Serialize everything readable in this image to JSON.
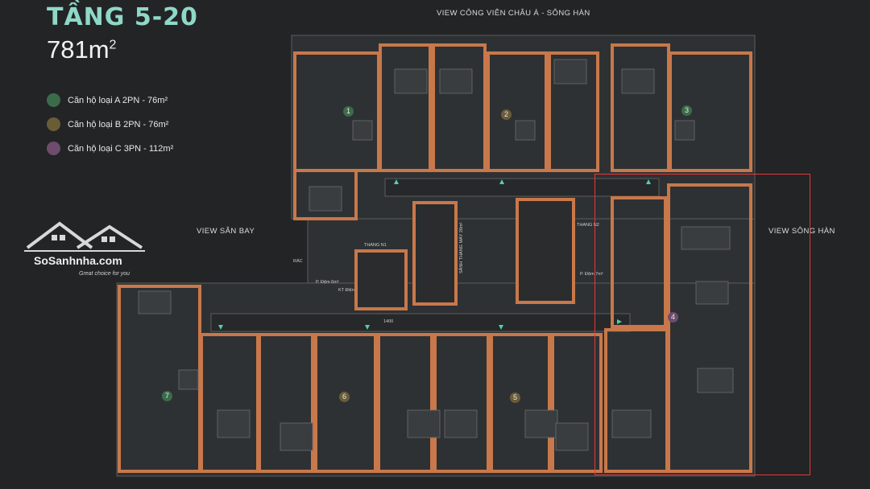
{
  "header": {
    "floor_title": "TẦNG 5-20",
    "area_value": "781m",
    "area_unit_sup": "2"
  },
  "legend": [
    {
      "label": "Căn hộ loại A 2PN - 76m²",
      "color": "#3c6b4a"
    },
    {
      "label": "Căn hộ loại B 2PN - 76m²",
      "color": "#6b5c38"
    },
    {
      "label": "Căn hộ loại C 3PN - 112m²",
      "color": "#6e4c6e"
    }
  ],
  "views": {
    "top": "VIEW CÔNG VIÊN CHÂU Á - SÔNG HÀN",
    "left": "VIEW SÂN BAY",
    "right": "VIEW SÔNG HÀN"
  },
  "logo": {
    "name": "SoSanhnha.com",
    "tagline": "Great choice for you"
  },
  "units": [
    {
      "number": "1",
      "type": "A"
    },
    {
      "number": "2",
      "type": "B"
    },
    {
      "number": "3",
      "type": "A"
    },
    {
      "number": "4",
      "type": "C"
    },
    {
      "number": "5",
      "type": "B"
    },
    {
      "number": "6",
      "type": "B"
    },
    {
      "number": "7",
      "type": "A"
    }
  ],
  "labels": {
    "stair_1": "THANG N1",
    "stair_2": "THANG N2",
    "lobby": "SẢNH THANG MÁY 20m²",
    "corridor_width": "1400",
    "trash": "RÁC",
    "buffer_1": "P. Đệm 6m²",
    "buffer_2": "P. Đệm 7m²",
    "tech": "KT Điện"
  },
  "colors": {
    "background": "#232425",
    "wall": "#c8784a",
    "floor": "#2e3133",
    "highlight": "#e5383b",
    "arrow": "#4ed1a9"
  }
}
